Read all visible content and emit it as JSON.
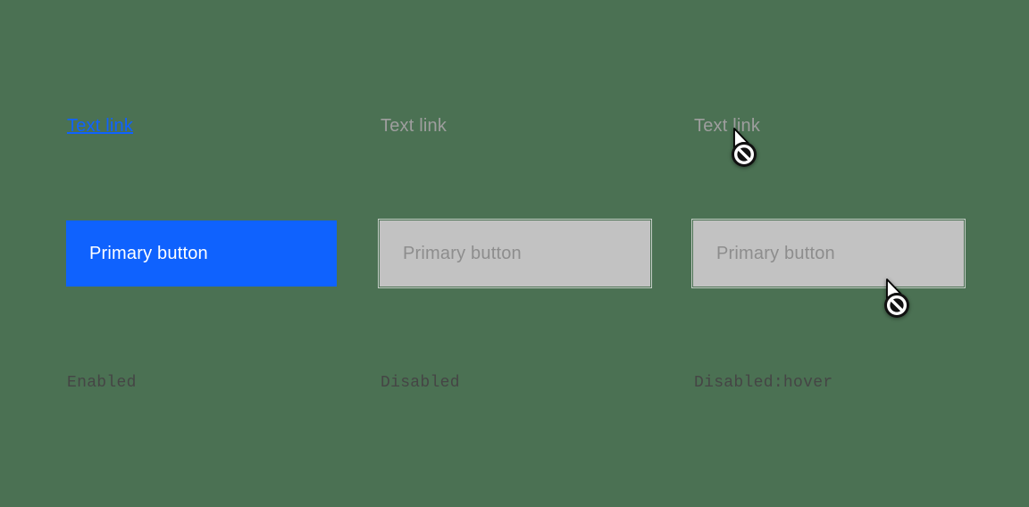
{
  "page": {
    "background_color": "#4b7153",
    "accent_blue": "#0f62fe",
    "disabled_gray": "#c2c2c2",
    "disabled_text_gray": "#8d8d8d"
  },
  "columns": [
    {
      "state": "enabled",
      "link_label": "Text link",
      "link_color": "#0f62fe",
      "button_label": "Primary button",
      "button_bg": "#0f62fe",
      "button_text_color": "#ffffff",
      "caption": "Enabled"
    },
    {
      "state": "disabled",
      "link_label": "Text link",
      "link_color": "#9e9e9e",
      "button_label": "Primary button",
      "button_bg": "#c2c2c2",
      "button_text_color": "#8d8d8d",
      "caption": "Disabled"
    },
    {
      "state": "disabled-hover",
      "link_label": "Text link",
      "link_color": "#9e9e9e",
      "button_label": "Primary button",
      "button_bg": "#c2c2c2",
      "button_text_color": "#8d8d8d",
      "caption": "Disabled:hover"
    }
  ],
  "cursors": [
    {
      "type": "not-allowed",
      "near": "disabled-hover-text-link"
    },
    {
      "type": "not-allowed",
      "near": "disabled-hover-primary-button"
    }
  ]
}
